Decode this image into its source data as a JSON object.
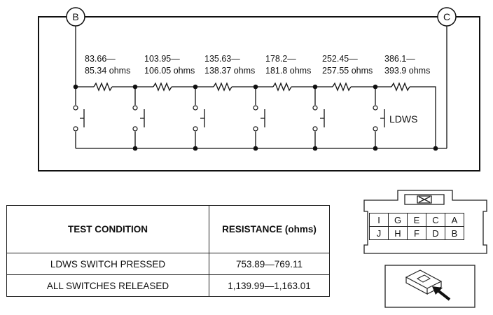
{
  "diagram": {
    "nodes": {
      "left": "B",
      "right": "C"
    },
    "resistors": [
      {
        "line1": "83.66—",
        "line2": "85.34 ohms"
      },
      {
        "line1": "103.95—",
        "line2": "106.05 ohms"
      },
      {
        "line1": "135.63—",
        "line2": "138.37 ohms"
      },
      {
        "line1": "178.2—",
        "line2": "181.8 ohms"
      },
      {
        "line1": "252.45—",
        "line2": "257.55 ohms"
      },
      {
        "line1": "386.1—",
        "line2": "393.9 ohms"
      }
    ],
    "switch_label": "LDWS"
  },
  "table": {
    "headers": [
      "TEST CONDITION",
      "RESISTANCE (ohms)"
    ],
    "rows": [
      [
        "LDWS SWITCH PRESSED",
        "753.89—769.11"
      ],
      [
        "ALL SWITCHES RELEASED",
        "1,139.99—1,163.01"
      ]
    ]
  },
  "connector": {
    "top_row": [
      "I",
      "G",
      "E",
      "C",
      "A"
    ],
    "bottom_row": [
      "J",
      "H",
      "F",
      "D",
      "B"
    ]
  }
}
